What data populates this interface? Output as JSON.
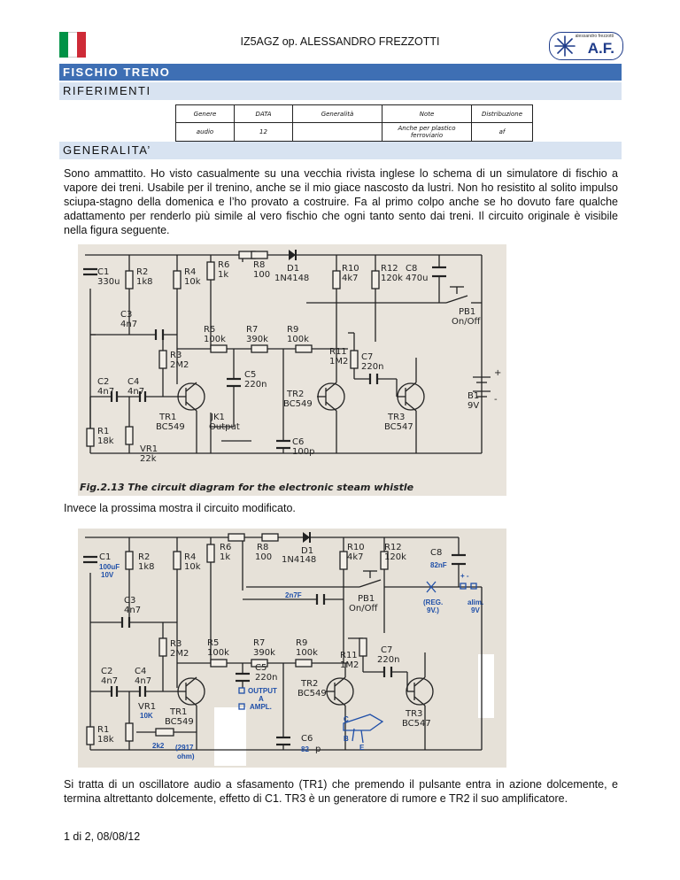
{
  "header": {
    "title": "IZ5AGZ op. ALESSANDRO FREZZOTTI",
    "logo_text": "A.F.",
    "logo_small": "alessandro frezzotti",
    "flag_colors": [
      "#009246",
      "#ffffff",
      "#ce2b37"
    ]
  },
  "sections": {
    "title": "FISCHIO TRENO",
    "riferimenti": "RIFERIMENTI",
    "generalita": "GENERALITA’"
  },
  "table": {
    "headers": [
      "Genere",
      "DATA",
      "Generalità",
      "Note",
      "Distribuzione"
    ],
    "row": [
      "audio",
      "12",
      "",
      "Anche per plastico ferroviario",
      "af"
    ]
  },
  "paragraphs": {
    "intro": "Sono ammattito. Ho visto casualmente su una vecchia rivista inglese lo schema di un simulatore di fischio a vapore dei treni. Usabile per il trenino, anche se il mio giace nascosto da lustri. Non ho resistito al solito impulso sciupa-stagno della domenica e l’ho provato a costruire. Fa al primo colpo anche se ho dovuto fare qualche adattamento per renderlo più simile al vero fischio che ogni tanto sento dai treni. Il circuito originale è visibile nella figura seguente.",
    "next": "Invece la prossima mostra il circuito modificato.",
    "desc": "Si tratta di un oscillatore audio a sfasamento (TR1) che premendo il pulsante entra in azione dolcemente, e termina altrettanto dolcemente, effetto di C1. TR3 è un generatore di rumore e TR2 il suo amplificatore."
  },
  "figure1": {
    "caption": "Fig.2.13   The circuit diagram for the electronic steam whistle",
    "labels": {
      "c1": "C1",
      "c1v": "330u",
      "r2": "R2",
      "r2v": "1k8",
      "r4": "R4",
      "r4v": "10k",
      "r6": "R6",
      "r6v": "1k",
      "r8": "R8",
      "r8v": "100",
      "d1": "D1",
      "d1v": "1N4148",
      "r10": "R10",
      "r10v": "4k7",
      "r12": "R12",
      "r12v": "120k",
      "c8": "C8",
      "c8v": "470u",
      "c3": "C3",
      "c3v": "4n7",
      "r5": "R5",
      "r5v": "100k",
      "r7": "R7",
      "r7v": "390k",
      "r9": "R9",
      "r9v": "100k",
      "r3": "R3",
      "r3v": "2M2",
      "r11": "R11",
      "r11v": "1M2",
      "c7": "C7",
      "c7v": "220n",
      "pb1": "PB1",
      "pb1v": "On/Off",
      "c2": "C2",
      "c2v": "4n7",
      "c4": "C4",
      "c4v": "4n7",
      "c5": "C5",
      "c5v": "220n",
      "tr2": "TR2",
      "tr2v": "BC549",
      "b1": "B1",
      "b1v": "9V",
      "tr1": "TR1",
      "tr1v": "BC549",
      "jk1": "JK1",
      "jk1v": "Output",
      "tr3": "TR3",
      "tr3v": "BC547",
      "r1": "R1",
      "r1v": "18k",
      "vr1": "VR1",
      "vr1v": "22k",
      "c6": "C6",
      "c6v": "100p",
      "plus": "+",
      "minus": "-"
    }
  },
  "figure2": {
    "labels": {
      "c1": "C1",
      "c1v": "100uF",
      "c1v2": "10V",
      "r2": "R2",
      "r2v": "1k8",
      "r4": "R4",
      "r4v": "10k",
      "r6": "R6",
      "r6v": "1k",
      "r8": "R8",
      "r8v": "100",
      "d1": "D1",
      "d1v": "1N4148",
      "r10": "R10",
      "r10v": "4k7",
      "r12": "R12",
      "r12v": "120k",
      "c8": "C8",
      "c8v": "82nF",
      "alim_pm": "+  -",
      "c2n7f": "2n7F",
      "reg": "(REG.",
      "reg2": "9V.)",
      "alim": "alim.",
      "alimv": "9V",
      "c3": "C3",
      "c3v": "4n7",
      "pb1": "PB1",
      "pb1v": "On/Off",
      "r5": "R5",
      "r5v": "100k",
      "r7": "R7",
      "r7v": "390k",
      "r9": "R9",
      "r9v": "100k",
      "r3": "R3",
      "r3v": "2M2",
      "r11": "R11",
      "r11v": "1M2",
      "c7": "C7",
      "c7v": "220n",
      "c2": "C2",
      "c2v": "4n7",
      "c4": "C4",
      "c4v": "4n7",
      "c5": "C5",
      "c5v": "220n",
      "out1": "OUTPUT",
      "out2": "A",
      "out3": "AMPL.",
      "tr2": "TR2",
      "tr2v": "BC549",
      "vr1": "VR1",
      "vr1v": "10K",
      "tr1": "TR1",
      "tr1v": "BC549",
      "tr3": "TR3",
      "tr3v": "BC547",
      "pin_c": "C",
      "pin_b": "B",
      "pin_e": "E",
      "r1": "R1",
      "r1v": "18k",
      "r2k2": "2k2",
      "ohm1": "(2917",
      "ohm2": "ohm)",
      "c6": "C6",
      "c6v": "82",
      "c6p": "p"
    }
  },
  "footer": "1 di 2, 08/08/12"
}
